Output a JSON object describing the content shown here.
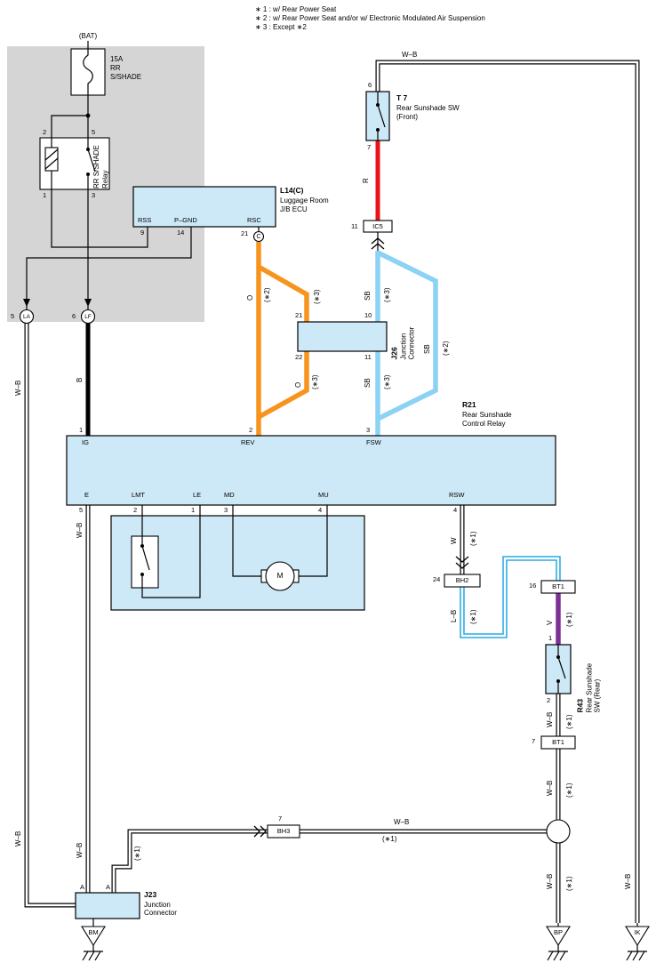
{
  "colors": {
    "gray_area": "#d5d5d5",
    "box_blue": "#cde8f6",
    "wire_red": "#e8131d",
    "wire_orange": "#f7941d",
    "wire_skyblue": "#8cd2f4",
    "wire_blue": "#29abe2",
    "wire_violet": "#7d3094"
  },
  "notes": {
    "n1": "∗ 1 : w/ Rear Power Seat",
    "n2": "∗ 2 : w/ Rear Power Seat and/or w/ Electronic Modulated Air Suspension",
    "n3": "∗ 3 : Except ∗2"
  },
  "power": {
    "bat": "(BAT)",
    "fuse_rating": "15A",
    "fuse_name1": "RR",
    "fuse_name2": "S/SHADE",
    "relay_name1": "RR S/SHADE",
    "relay_name2": "Relay",
    "pin2": "2",
    "pin5": "5",
    "pin1": "1",
    "pin3": "3"
  },
  "l14": {
    "id": "L14(C)",
    "desc1": "Luggage Room",
    "desc2": "J/B ECU",
    "rss": "RSS",
    "pgnd": "P–GND",
    "rsc": "RSC",
    "n9": "9",
    "n14": "14",
    "n21": "21",
    "c": "C"
  },
  "la": {
    "num": "5",
    "code": "LA"
  },
  "lf": {
    "num": "6",
    "code": "LF"
  },
  "t7": {
    "id": "T 7",
    "desc1": "Rear Sunshade SW",
    "desc2": "(Front)",
    "pin_top": "6",
    "pin_bottom": "7"
  },
  "ic5": {
    "num": "11",
    "code": "IC5"
  },
  "j26": {
    "id": "J26",
    "desc1": "Junction",
    "desc2": "Connector",
    "p21": "21",
    "p22": "22",
    "p10": "10",
    "p11": "11"
  },
  "r21": {
    "id": "R21",
    "desc1": "Rear Sunshade",
    "desc2": "Control Relay",
    "ig": "IG",
    "rev": "REV",
    "fsw": "FSW",
    "n1": "1",
    "n2": "2",
    "n3": "3",
    "e": "E",
    "lmt": "LMT",
    "le": "LE",
    "md": "MD",
    "mu": "MU",
    "rsw": "RSW",
    "bn5": "5",
    "bn2": "2",
    "bn1": "1",
    "bn3": "3",
    "bn4": "4",
    "bn4b": "4",
    "motor": "M"
  },
  "bh2": {
    "num": "24",
    "code": "BH2"
  },
  "bt1a": {
    "num": "16",
    "code": "BT1"
  },
  "r43": {
    "id": "R43",
    "desc1": "Rear Sunshade",
    "desc2": "SW (Rear)",
    "pin_top": "1",
    "pin_bottom": "2"
  },
  "bt1b": {
    "num": "7",
    "code": "BT1"
  },
  "bh3": {
    "num": "7",
    "code": "BH3"
  },
  "j23": {
    "id": "J23",
    "desc1": "Junction",
    "desc2": "Connector",
    "a1": "A",
    "a2": "A"
  },
  "grounds": {
    "bm": "BM",
    "bp": "BP",
    "ik": "IK"
  },
  "wires": {
    "wb": "W–B",
    "b": "B",
    "r": "R",
    "o": "O",
    "sb": "SB",
    "w": "W",
    "lb": "L–B",
    "v": "V",
    "s1": "(∗1)",
    "s2": "(∗2)",
    "s3": "(∗3)"
  }
}
